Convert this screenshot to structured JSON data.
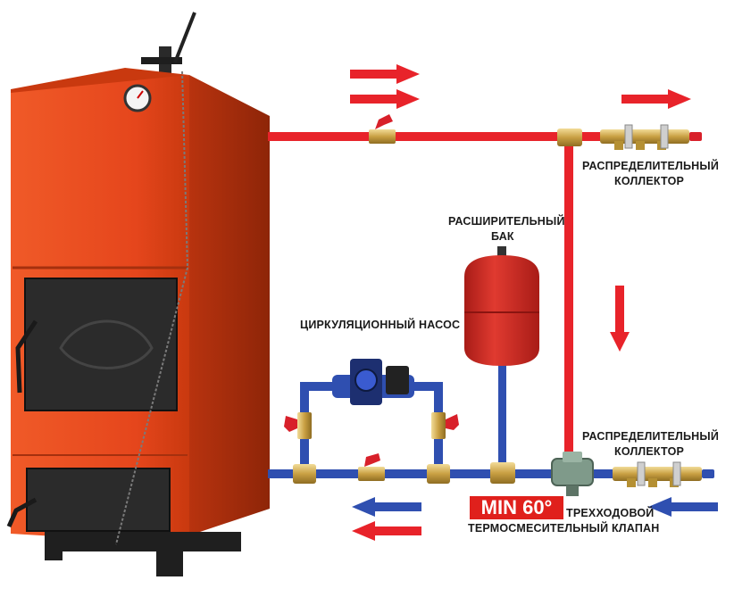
{
  "labels": {
    "collector_top_1": "РАСПРЕДЕЛИТЕЛЬНЫЙ",
    "collector_top_2": "КОЛЛЕКТОР",
    "tank_1": "РАСШИРИТЕЛЬНЫЙ",
    "tank_2": "БАК",
    "pump": "ЦИРКУЛЯЦИОННЫЙ НАСОС",
    "collector_bottom_1": "РАСПРЕДЕЛИТЕЛЬНЫЙ",
    "collector_bottom_2": "КОЛЛЕКТОР",
    "min_temp": "MIN 60°",
    "valve_1": "ТРЕХХОДОВОЙ",
    "valve_2": "ТЕРМОСМЕСИТЕЛЬНЫЙ КЛАПАН"
  },
  "colors": {
    "hot": "#e8232a",
    "cold": "#2f4fb0",
    "boiler": "#e5461c",
    "boiler_dark": "#b8330f",
    "door": "#2b2b2b",
    "tank": "#d42a24",
    "brass": "#d4b052"
  }
}
